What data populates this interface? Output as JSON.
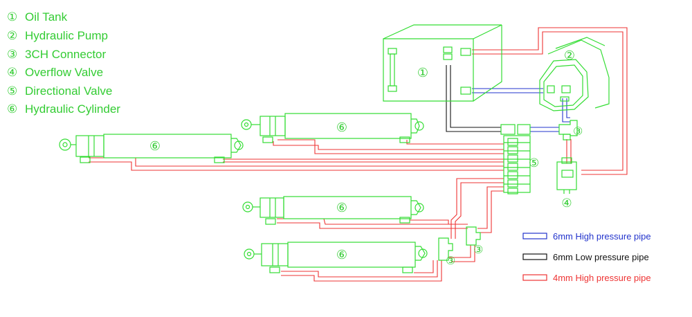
{
  "legend_items": [
    {
      "symbol": "①",
      "label": "Oil Tank"
    },
    {
      "symbol": "②",
      "label": "Hydraulic Pump"
    },
    {
      "symbol": "③",
      "label": "3CH Connector"
    },
    {
      "symbol": "④",
      "label": "Overflow Valve"
    },
    {
      "symbol": "⑤",
      "label": "Directional Valve"
    },
    {
      "symbol": "⑥",
      "label": "Hydraulic Cylinder"
    }
  ],
  "pipe_legend": [
    {
      "label": "6mm High pressure pipe",
      "color": "#2233cc",
      "text_color": "#2233cc"
    },
    {
      "label": "6mm Low pressure pipe",
      "color": "#111111",
      "text_color": "#111111"
    },
    {
      "label": "4mm High pressure pipe",
      "color": "#ee3333",
      "text_color": "#ee3333"
    }
  ],
  "markers": {
    "tank": "①",
    "pump": "②",
    "connector": "③",
    "overflow": "④",
    "valve": "⑤",
    "cylinder": "⑥"
  },
  "colors": {
    "component": "#33dd33",
    "background": "#ffffff"
  }
}
